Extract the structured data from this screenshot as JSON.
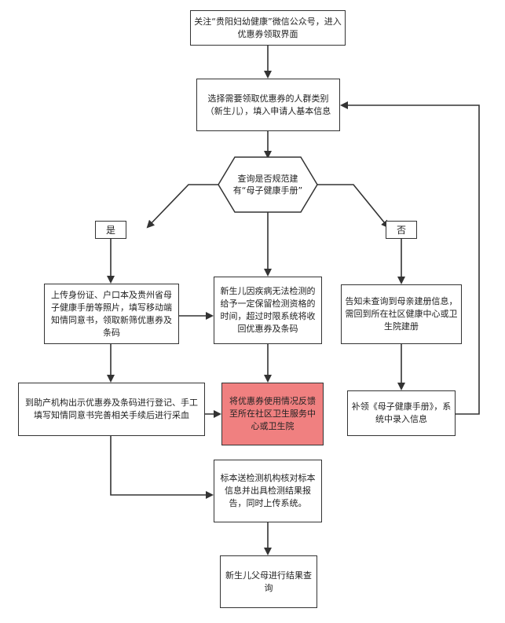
{
  "nodes": {
    "start": "关注“贵阳妇幼健康”微信公众号，进入优惠券领取界面",
    "select": "选择需要领取优惠券的人群类别（新生儿），填入申请人基本信息",
    "query": "查询是否规范建有“母子健康手册”",
    "yes": "是",
    "no": "否",
    "upload": "上传身份证、户口本及贵州省母子健康手册等照片，填写移动端知情同意书，领取新筛优惠券及条码",
    "disease": "新生儿因疾病无法检测的给予一定保留检测资格的时间，超过时限系统将收回优惠券及条码",
    "notfound": "告知未查询到母亲建册信息，需回到所在社区健康中心或卫生院建册",
    "midwife": "到助产机构出示优惠券及条码进行登记、手工填写知情同意书完善相关手续后进行采血",
    "feedback": "将优惠券使用情况反馈至所在社区卫生服务中心或卫生院",
    "reissue": "补领《母子健康手册》，系统中录入信息",
    "lab": "标本送检测机构核对标本信息并出具检测结果报告，同时上传系统。",
    "result": "新生儿父母进行结果查询"
  },
  "colors": {
    "highlight_fill": "#f08080",
    "line": "#333333"
  }
}
